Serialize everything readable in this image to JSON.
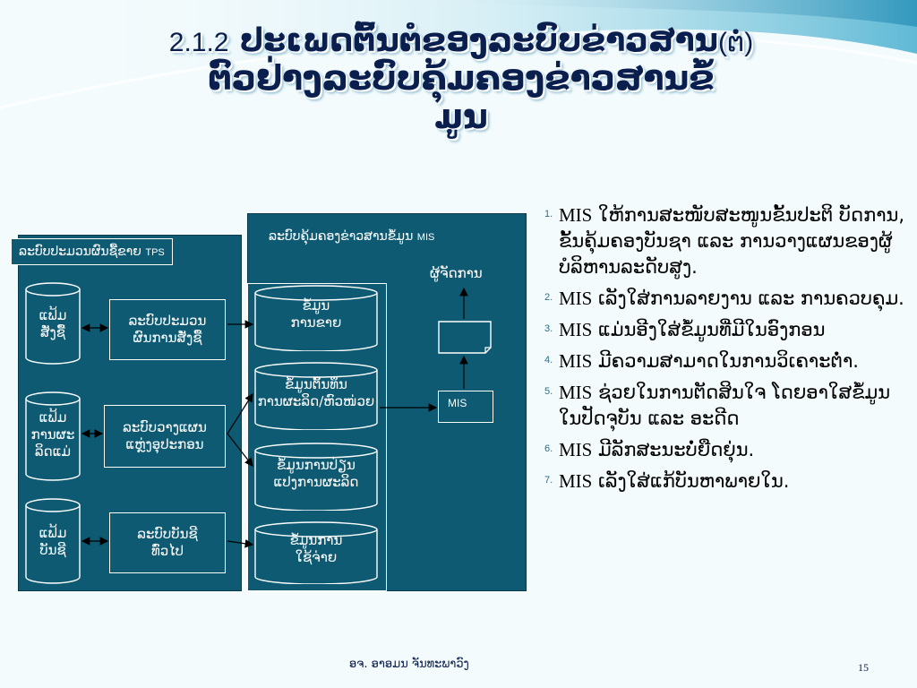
{
  "title": {
    "number": "2.1.2",
    "line1": "ປະເພດຕົ້ນຕໍຂອງລະບົບຂ່າວສານ",
    "paren": "(ຕໍ່)",
    "line2": "ຕົວຢ່າງລະບົບຄຸ້ມຄອງຂ່າວສານຂໍ້",
    "line3": "ມູນ"
  },
  "diagram": {
    "tps_label": "ລະບົບປະມວນຜົນຊື້ຂາຍ",
    "tps_abbr": "TPS",
    "mis_header": "ລະບົບຄຸ້ມຄອງຂ່າວສານຂໍ້ມູນ",
    "mis_header_abbr": "MIS",
    "manager_label": "ຜູ້ຈັດການ",
    "mis_box_label": "MIS",
    "files": [
      {
        "label": "ແຟ້ມ\nສັ່ງຊື້"
      },
      {
        "label": "ແຟ້ມ\nການຜະ\nລິດແມ່"
      },
      {
        "label": "ແຟ້ມ\nບັນຊີ"
      }
    ],
    "tps_boxes": [
      {
        "label": "ລະບົບປະມວນ\nຜົນການສັ່ງຊື້"
      },
      {
        "label": "ລະບົບວາງແຜນ\nແຫຼ່ງອຸປະກອນ"
      },
      {
        "label": "ລະບົບບັນຊີ\nທົ່ວໄປ"
      }
    ],
    "mis_data": [
      {
        "label": "ຂໍ້ມູນ\nການຂາຍ"
      },
      {
        "label": "ຂໍ້ມູນຕົ້ນທຶນ\nການຜະລິດ/ຫົວໜ່ວຍ"
      },
      {
        "label": "ຂໍ້ມູນການປ່ຽນ\nແປງການຜະລິດ"
      },
      {
        "label": "ຂໍ້ມູນການ\nໃຊ້ຈ່າຍ"
      }
    ]
  },
  "points": [
    {
      "num": "1.",
      "abbr": "MIS",
      "text": " ໃຫ້ການສະໜັບສະໜູນຂັ້ນປະຕິ ບັດການ, ຂັ້ນຄຸ້ມຄອງບັນຊາ ແລະ ການວາງແຜນຂອງຜູ້ບໍລິຫານລະດັບສູງ."
    },
    {
      "num": "2.",
      "abbr": "MIS",
      "text": " ເລັງໃສ່ການລາຍງານ ແລະ ການຄວບຄຸມ."
    },
    {
      "num": "3.",
      "abbr": "MIS",
      "text": " ແມ່ນອີງໃສ່ຂໍ້ມູນທີ່ມີໃນອົງກອນ"
    },
    {
      "num": "4.",
      "abbr": "MIS",
      "text": " ມີຄວາມສາມາດໃນການວິເຄາະຕໍ່າ."
    },
    {
      "num": "5.",
      "abbr": "MIS",
      "text": " ຊ່ວຍໃນການຕັດສິນໃຈ ໂດຍອາໃສຂໍ້ມູນໃນປັດຈຸບັນ ແລະ ອະດີດ"
    },
    {
      "num": "6.",
      "abbr": "MIS",
      "text": " ມີລັກສະນະບໍ່ຍືດຍຸ່ນ."
    },
    {
      "num": "7.",
      "abbr": "MIS",
      "text": " ເລັງໃສ່ແກ້ບັນຫາພາຍໃນ."
    }
  ],
  "footer": "ອຈ. ອາອມນ ຈັນທະພາວົງ",
  "page_number": "15",
  "colors": {
    "panel": "#0e5a73",
    "title": "#0b1f4e",
    "swoosh": "#9fd6e6"
  }
}
